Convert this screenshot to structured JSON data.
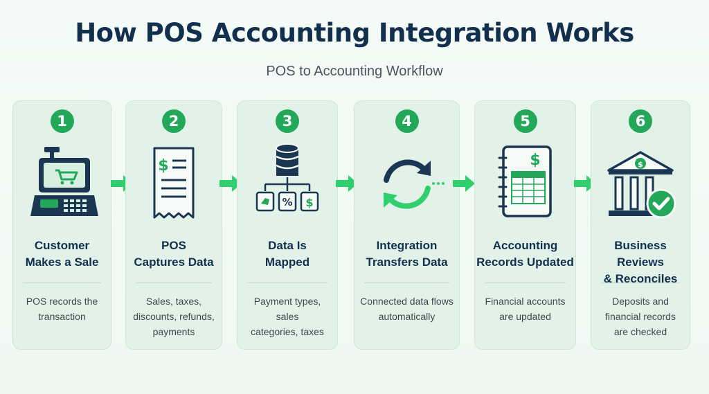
{
  "title": "How POS Accounting Integration Works",
  "subtitle": "POS to Accounting Workflow",
  "colors": {
    "accent": "#23a85a",
    "navy": "#1b3652",
    "card": "#e3f2e8"
  },
  "steps": [
    {
      "number": "1",
      "icon": "cash-register-icon",
      "title": [
        "Customer",
        "Makes a Sale"
      ],
      "desc": [
        "POS records the",
        "transaction"
      ]
    },
    {
      "number": "2",
      "icon": "receipt-icon",
      "title": [
        "POS",
        "Captures Data"
      ],
      "desc": [
        "Sales, taxes,",
        "discounts, refunds,",
        "payments"
      ]
    },
    {
      "number": "3",
      "icon": "database-mapping-icon",
      "title": [
        "Data Is",
        "Mapped"
      ],
      "desc": [
        "Payment types, sales",
        "categories, taxes"
      ]
    },
    {
      "number": "4",
      "icon": "sync-arrows-icon",
      "title": [
        "Integration",
        "Transfers Data"
      ],
      "desc": [
        "Connected data flows",
        "automatically"
      ]
    },
    {
      "number": "5",
      "icon": "ledger-book-icon",
      "title": [
        "Accounting",
        "Records Updated"
      ],
      "desc": [
        "Financial accounts",
        "are updated"
      ]
    },
    {
      "number": "6",
      "icon": "bank-check-icon",
      "title": [
        "Business Reviews",
        "& Reconciles"
      ],
      "desc": [
        "Deposits and",
        "financial records",
        "are checked"
      ]
    }
  ]
}
